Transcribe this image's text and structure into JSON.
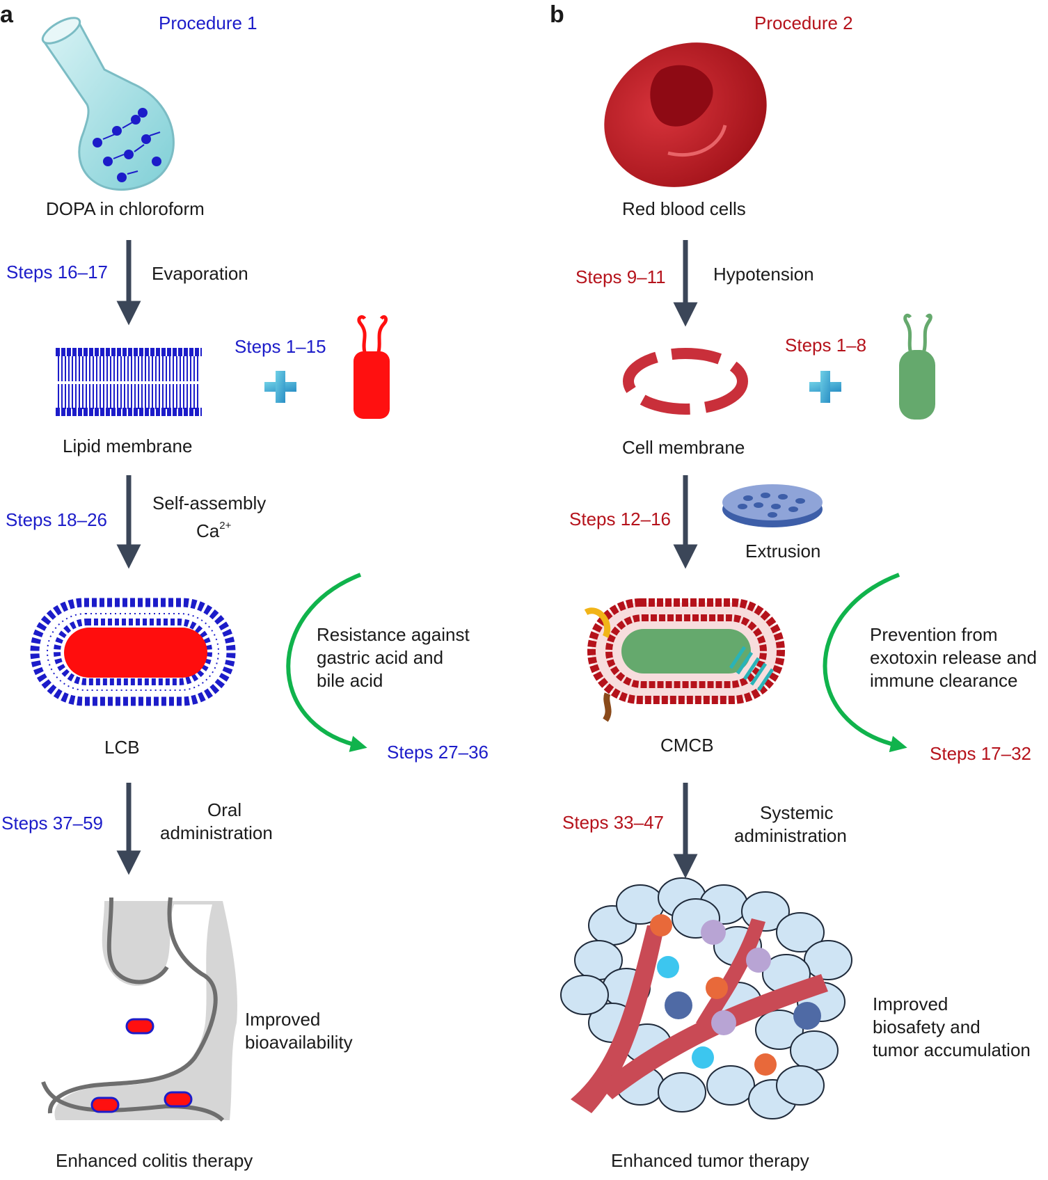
{
  "colors": {
    "procedure1": "#1c1cc9",
    "procedure2": "#b5121b",
    "arrow": "#3b4658",
    "curve": "#10b34c"
  },
  "panel_a": {
    "label": "a",
    "procedure": "Procedure 1",
    "start_label": "DOPA in chloroform",
    "step1": {
      "steps": "Steps 16–17",
      "action": "Evaporation"
    },
    "membrane_label": "Lipid membrane",
    "bacteria_steps": "Steps 1–15",
    "step2": {
      "steps": "Steps 18–26",
      "action": "Self-assembly",
      "ion": "Ca",
      "ion_charge": "2+"
    },
    "coated_label": "LCB",
    "curve_text": [
      "Resistance against",
      "gastric acid and",
      "bile acid"
    ],
    "curve_steps": "Steps 27–36",
    "step3": {
      "steps": "Steps 37–59",
      "action": [
        "Oral",
        "administration"
      ]
    },
    "outcome_text": [
      "Improved",
      "bioavailability"
    ],
    "final_label": "Enhanced colitis therapy"
  },
  "panel_b": {
    "label": "b",
    "procedure": "Procedure 2",
    "start_label": "Red blood cells",
    "step1": {
      "steps": "Steps 9–11",
      "action": "Hypotension"
    },
    "membrane_label": "Cell membrane",
    "bacteria_steps": "Steps 1–8",
    "step2": {
      "steps": "Steps 12–16",
      "action": "Extrusion"
    },
    "coated_label": "CMCB",
    "curve_text": [
      "Prevention from",
      "exotoxin release and",
      "immune clearance"
    ],
    "curve_steps": "Steps 17–32",
    "step3": {
      "steps": "Steps 33–47",
      "action": [
        "Systemic",
        "administration"
      ]
    },
    "outcome_text": [
      "Improved",
      "biosafety and",
      "tumor accumulation"
    ],
    "final_label": "Enhanced tumor therapy"
  }
}
